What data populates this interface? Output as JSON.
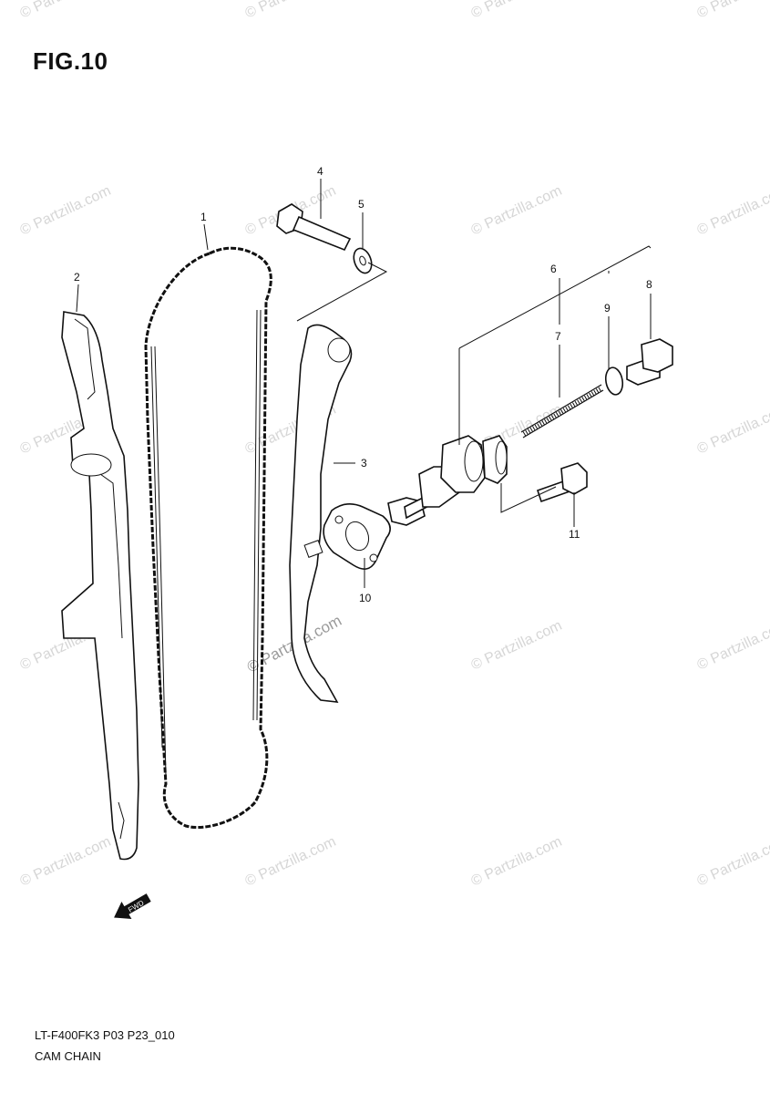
{
  "figure": {
    "title": "FIG.10"
  },
  "callouts": [
    "1",
    "2",
    "3",
    "4",
    "5",
    "6",
    "7",
    "8",
    "9",
    "10",
    "11"
  ],
  "footer": {
    "code": "LT-F400FK3 P03 P23_010",
    "name": "CAM CHAIN"
  },
  "watermark": {
    "text": "© Partzilla.com",
    "center_text": "© Partzilla.com"
  },
  "direction_label": "FWD"
}
